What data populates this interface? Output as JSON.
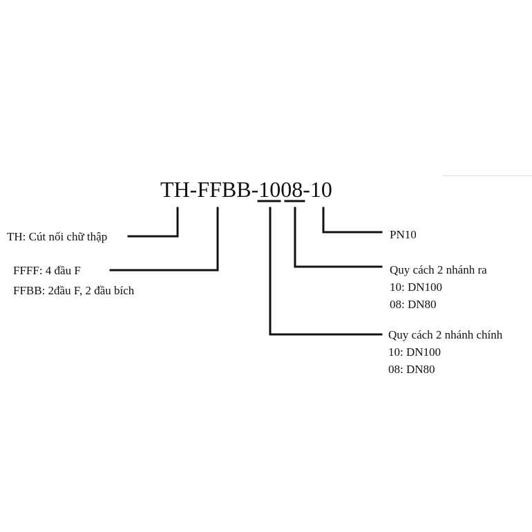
{
  "code": {
    "prefix": "TH-FFBB-",
    "seg_main": "10",
    "seg_branch": "08",
    "sep": "-",
    "pressure": "10"
  },
  "left_labels": {
    "th": "TH: Cút nối chữ thập",
    "ffff": "FFFF: 4 đầu F",
    "ffbb": "FFBB: 2đầu F, 2 đầu bích"
  },
  "right_labels": {
    "pn": "PN10",
    "branch_out": {
      "title": "Quy cách 2 nhánh ra",
      "opt1": "10: DN100",
      "opt2": "08: DN80"
    },
    "branch_main": {
      "title": "Quy cách 2 nhánh chính",
      "opt1": "10: DN100",
      "opt2": "08: DN80"
    }
  },
  "colors": {
    "line": "#111111",
    "accent": "#cfe7c9"
  }
}
